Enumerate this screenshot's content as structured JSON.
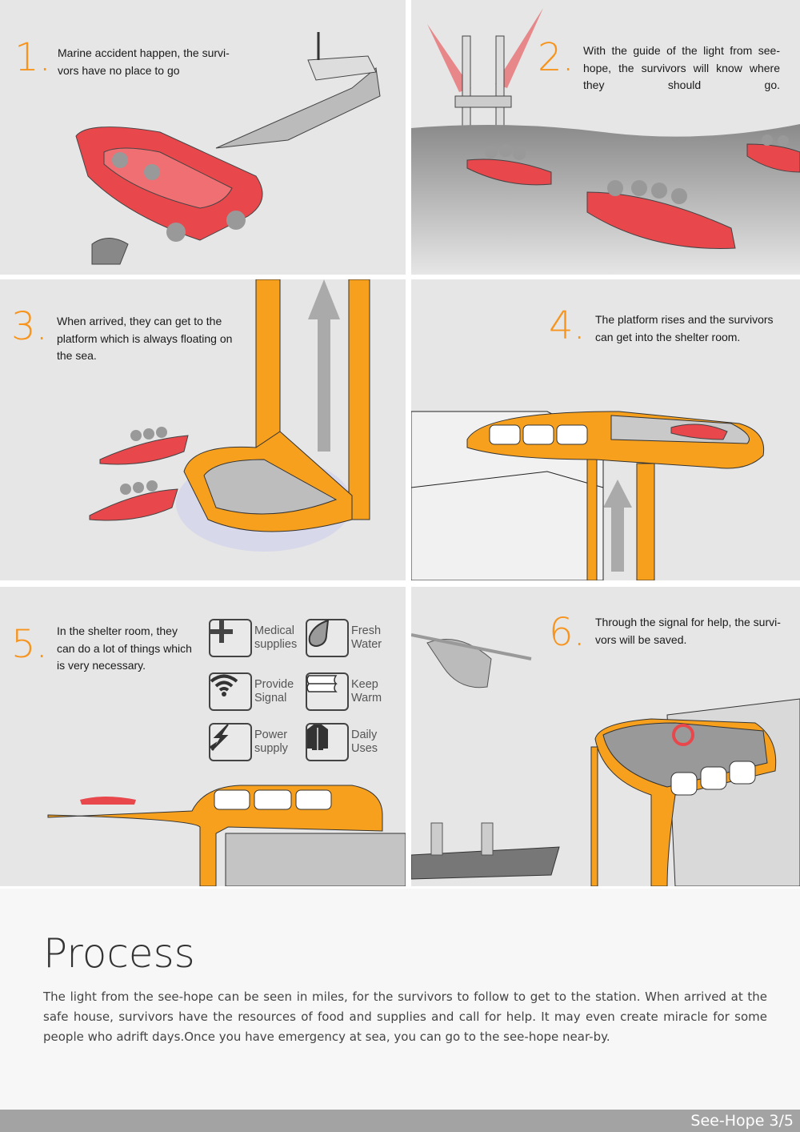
{
  "steps": [
    {
      "number": "1.",
      "text": "Marine accident happen, the survi-vors have no place to go"
    },
    {
      "number": "2.",
      "text": "With the guide of the light from see-hope, the survivors will know where they should go."
    },
    {
      "number": "3.",
      "text": "When arrived, they can get to the platform which is always floating on the sea."
    },
    {
      "number": "4.",
      "text": "The platform rises and the survivors can get into the shelter room."
    },
    {
      "number": "5.",
      "text": "In the shelter room, they can do a lot of things which is very necessary."
    },
    {
      "number": "6.",
      "text": "Through the signal for help, the survi-vors will be saved."
    }
  ],
  "features": [
    {
      "icon": "plus-icon",
      "line1": "Medical",
      "line2": "supplies"
    },
    {
      "icon": "water-drop-icon",
      "line1": "Fresh",
      "line2": "Water"
    },
    {
      "icon": "wifi-signal-icon",
      "line1": "Provide",
      "line2": "Signal"
    },
    {
      "icon": "blanket-icon",
      "line1": "Keep",
      "line2": "Warm"
    },
    {
      "icon": "lightning-icon",
      "line1": "Power",
      "line2": "supply"
    },
    {
      "icon": "coat-icon",
      "line1": "Daily",
      "line2": "Uses"
    }
  ],
  "section": {
    "title": "Process",
    "description": "The light from the see-hope can be seen in miles, for the survivors to follow to get to the station. When arrived at the safe house, survivors have the resources of food and supplies and call for help. It may even create miracle for some people who adrift days.Once you have emergency at sea, you can go to the see-hope near-by."
  },
  "footer": {
    "label": "See-Hope  3/5"
  },
  "colors": {
    "accent": "#f7941d",
    "raft": "#e8474c",
    "panel": "#e6e6e6",
    "footer": "#a3a3a3"
  }
}
